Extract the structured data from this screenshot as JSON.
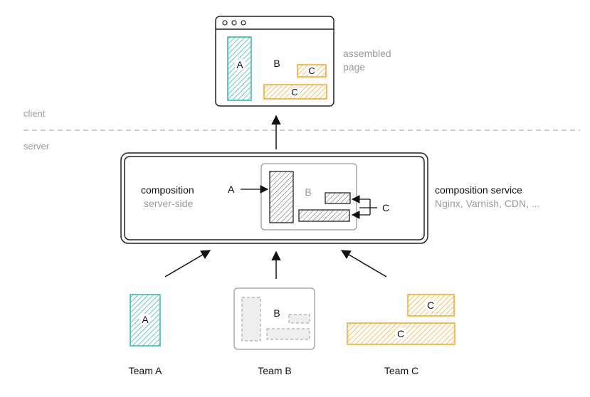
{
  "browser": {
    "block_a": "A",
    "block_b": "B",
    "block_c_small": "C",
    "block_c_large": "C",
    "caption_line1": "assembled",
    "caption_line2": "page"
  },
  "zones": {
    "client": "client",
    "server": "server"
  },
  "composition": {
    "title": "composition",
    "subtitle": "server-side",
    "inner_a_pointer": "A",
    "inner_b": "B",
    "inner_c_pointer": "C"
  },
  "service": {
    "title": "composition service",
    "examples": "Nginx, Varnish, CDN, ..."
  },
  "teams": {
    "a": {
      "block": "A",
      "label": "Team A"
    },
    "b": {
      "block": "B",
      "label": "Team B"
    },
    "c": {
      "block_small": "C",
      "block_large": "C",
      "label": "Team C"
    }
  },
  "colors": {
    "team_a": "#2bb5ad",
    "team_c": "#f5a623",
    "neutral": "#333333",
    "muted": "#9a9a9a",
    "dashed_gray": "#aaaaaa"
  }
}
